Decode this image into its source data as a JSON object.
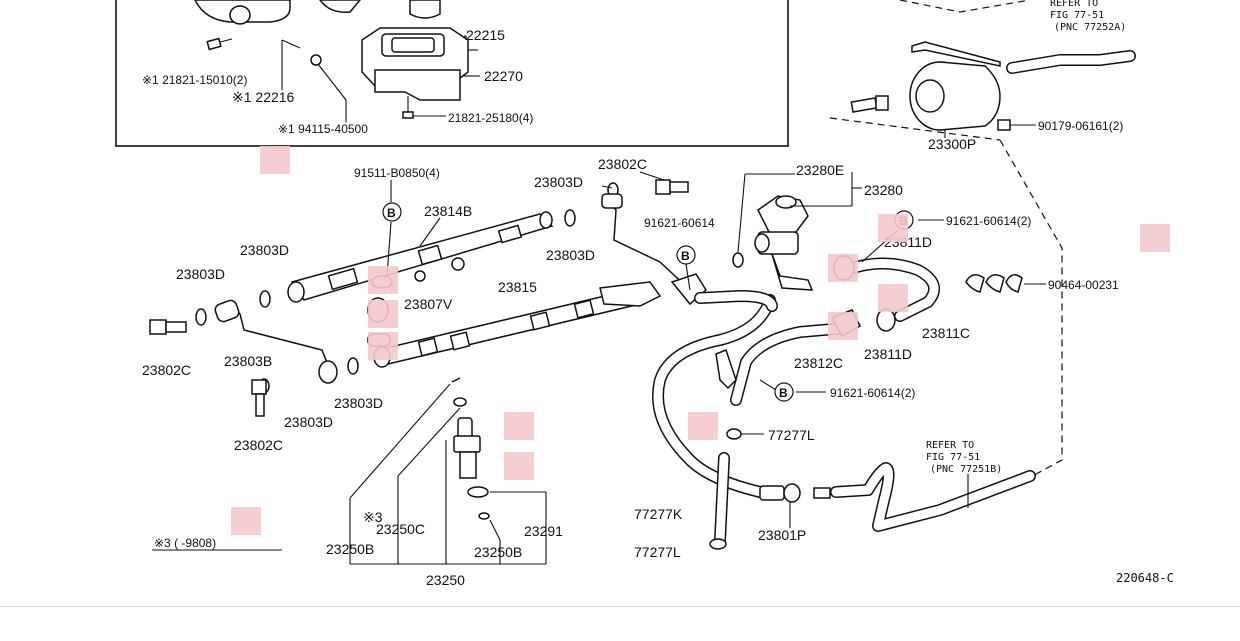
{
  "labels": {
    "p22215": "22215",
    "p22270": "22270",
    "p21821_15010": "※1 21821-15010(2)",
    "p22216": "※1 22216",
    "p94115": "※1 94115-40500",
    "p21821_25180": "21821-25180(4)",
    "refer_top_1": "REFER TO",
    "refer_top_2": "FIG 77-51",
    "refer_top_3": "(PNC 77252A)",
    "p23300P": "23300P",
    "p90179": "90179-06161(2)",
    "p91511": "91511-B0850(4)",
    "p23814B": "23814B",
    "p23803D_a": "23803D",
    "p23802C_a": "23802C",
    "p91621_60614": "91621-60614",
    "p23803D_b": "23803D",
    "p23280E": "23280E",
    "p23280": "23280",
    "p91621_60614_2a": "91621-60614(2)",
    "p23811D_a": "23811D",
    "p23803D_c": "23803D",
    "p23803D_d": "23803D",
    "p23807V": "23807V",
    "p23815": "23815",
    "p90464": "90464-00231",
    "p23811C": "23811C",
    "p23812C": "23812C",
    "p23811D_b": "23811D",
    "p23803B": "23803B",
    "p23802C_b": "23802C",
    "p23803D_e": "23803D",
    "p23803D_f": "23803D",
    "p23802C_c": "23802C",
    "p91621_60614_2b": "91621-60614(2)",
    "p77277L_a": "77277L",
    "refer_bot_1": "REFER TO",
    "refer_bot_2": "FIG 77-51",
    "refer_bot_3": "(PNC 77251B)",
    "p77277K": "77277K",
    "p77277L_b": "77277L",
    "p23801P": "23801P",
    "p23250C": "23250C",
    "p23291": "23291",
    "p23250B_a": "23250B",
    "p23250B_b": "23250B",
    "p23250": "23250",
    "note3_mark": "※3",
    "note3": "※3 (      -9808)",
    "ref_code": "220648-C",
    "b_mark": "B"
  },
  "colors": {
    "ink": "#111111",
    "marker": "#f3c9cc",
    "footer_border": "#d8d8d8"
  }
}
